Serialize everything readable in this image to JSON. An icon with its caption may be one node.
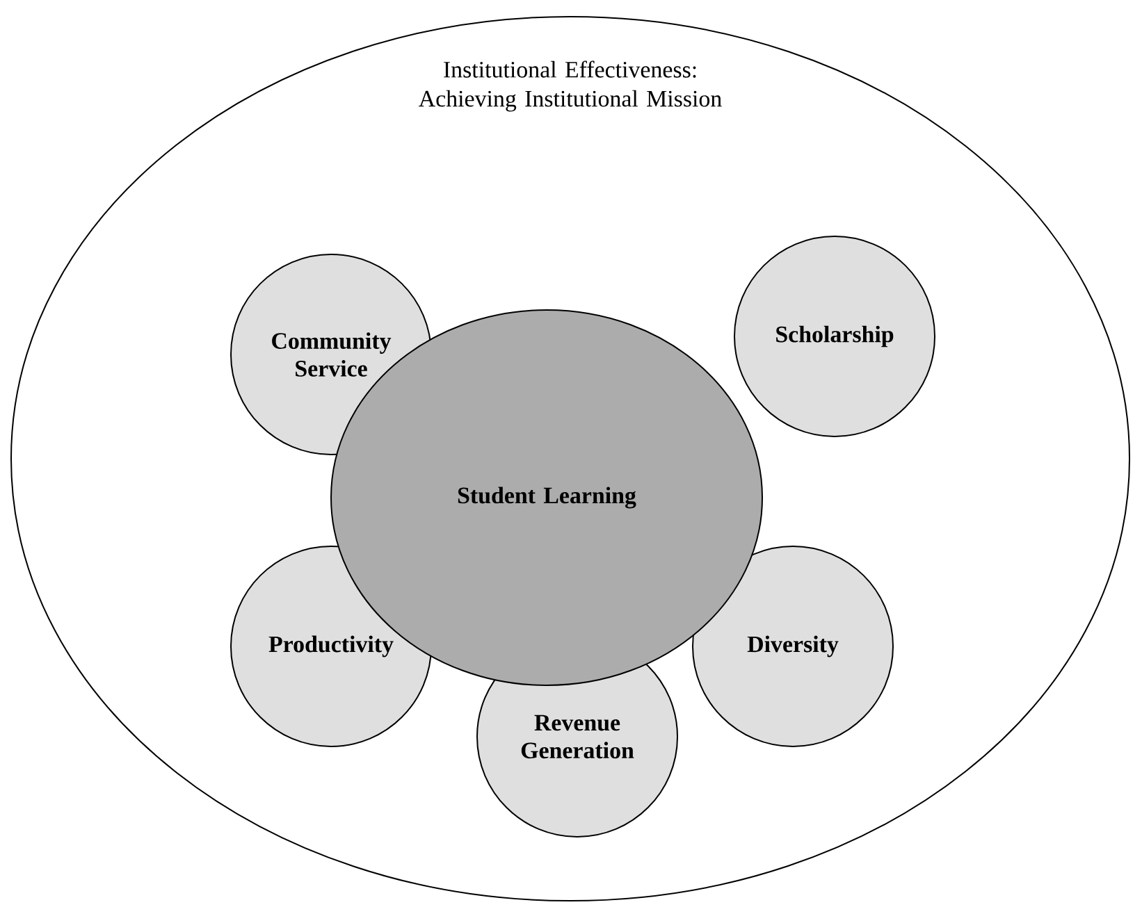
{
  "diagram": {
    "nodes": [
      {
        "text": [
          "Institutional Effectiveness: Achieving Institutional Mission"
        ]
      },
      {
        "text": [
          "Community Service"
        ],
        "in": 0
      },
      {
        "text": [
          "Scholarship"
        ],
        "in": 0
      },
      {
        "text": [
          "Student Learning"
        ],
        "in": 0
      },
      {
        "text": [
          "Productivity"
        ],
        "in": 0
      },
      {
        "text": [
          "Diversity"
        ],
        "in": 0
      },
      {
        "text": [
          "Revenue Generation"
        ],
        "in": 0
      }
    ]
  }
}
